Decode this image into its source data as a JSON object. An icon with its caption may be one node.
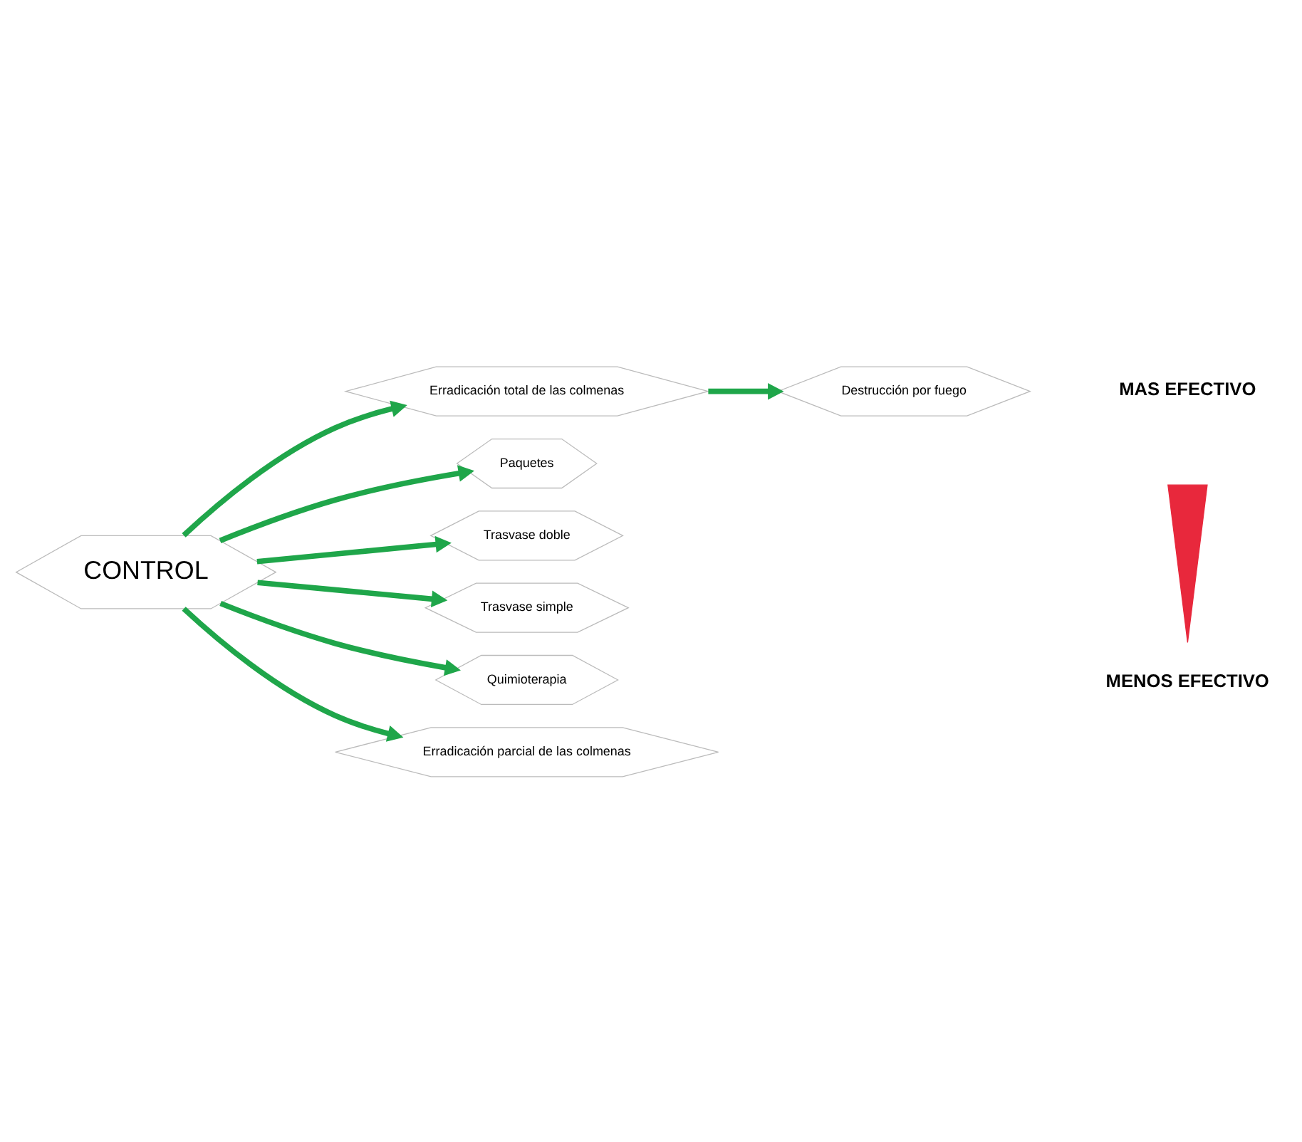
{
  "diagram": {
    "nodes": [
      {
        "text": [
          "Erradicación total de las colmenas"
        ]
      },
      {
        "text": [
          "Destrucción por fuego"
        ]
      },
      {
        "text": [
          "Paquetes"
        ]
      },
      {
        "text": [
          "CONTROL"
        ]
      },
      {
        "text": [
          "Trasvase doble"
        ]
      },
      {
        "text": [
          "Trasvase simple"
        ]
      },
      {
        "text": [
          "Quimioterapia"
        ]
      },
      {
        "text": [
          "Erradicación parcial de las colmenas"
        ]
      },
      {
        "text": [],
        "shape": "triangle"
      }
    ],
    "edges": [
      {
        "from": 3,
        "to": 0,
        "arrow": "to"
      },
      {
        "from": 0,
        "to": 1,
        "arrow": "to"
      },
      {
        "from": 3,
        "to": 2,
        "arrow": "to"
      },
      {
        "from": 3,
        "to": 4,
        "arrow": "to"
      },
      {
        "from": 3,
        "to": 5,
        "arrow": "to"
      },
      {
        "from": 3,
        "to": 6,
        "arrow": "to"
      },
      {
        "from": 3,
        "to": 7,
        "arrow": "to"
      }
    ],
    "labels": [
      "MAS EFECTIVO",
      "MENOS EFECTIVO"
    ]
  }
}
